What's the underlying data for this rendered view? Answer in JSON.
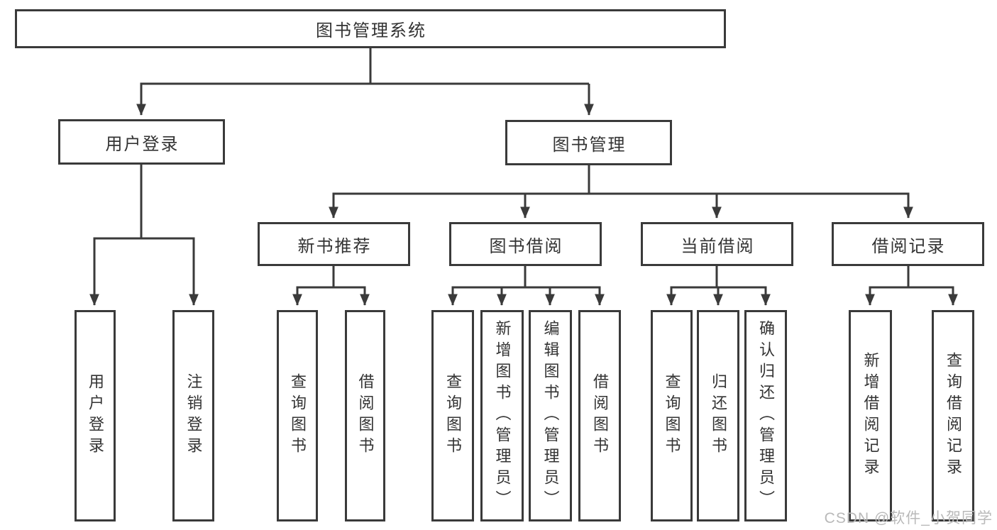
{
  "watermark": {
    "text": "CSDN @软件_小贺同学"
  },
  "colors": {
    "line": "#3a3a3a",
    "box_border": "#3a3a3a",
    "text": "#333333",
    "background": "#ffffff",
    "watermark_text": "#b9b9b9"
  },
  "hierarchy": {
    "root": {
      "label": "图书管理系统",
      "children": [
        {
          "label": "用户登录",
          "children": [
            {
              "label": "用户登录"
            },
            {
              "label": "注销登录"
            }
          ]
        },
        {
          "label": "图书管理",
          "children": [
            {
              "label": "新书推荐",
              "children": [
                {
                  "label": "查询图书"
                },
                {
                  "label": "借阅图书"
                }
              ]
            },
            {
              "label": "图书借阅",
              "children": [
                {
                  "label": "查询图书"
                },
                {
                  "label": "新增图书（管理员）"
                },
                {
                  "label": "编辑图书（管理员）"
                },
                {
                  "label": "借阅图书"
                }
              ]
            },
            {
              "label": "当前借阅",
              "children": [
                {
                  "label": "查询图书"
                },
                {
                  "label": "归还图书"
                },
                {
                  "label": "确认归还（管理员）"
                }
              ]
            },
            {
              "label": "借阅记录",
              "children": [
                {
                  "label": "新增借阅记录"
                },
                {
                  "label": "查询借阅记录"
                }
              ]
            }
          ]
        }
      ]
    }
  }
}
